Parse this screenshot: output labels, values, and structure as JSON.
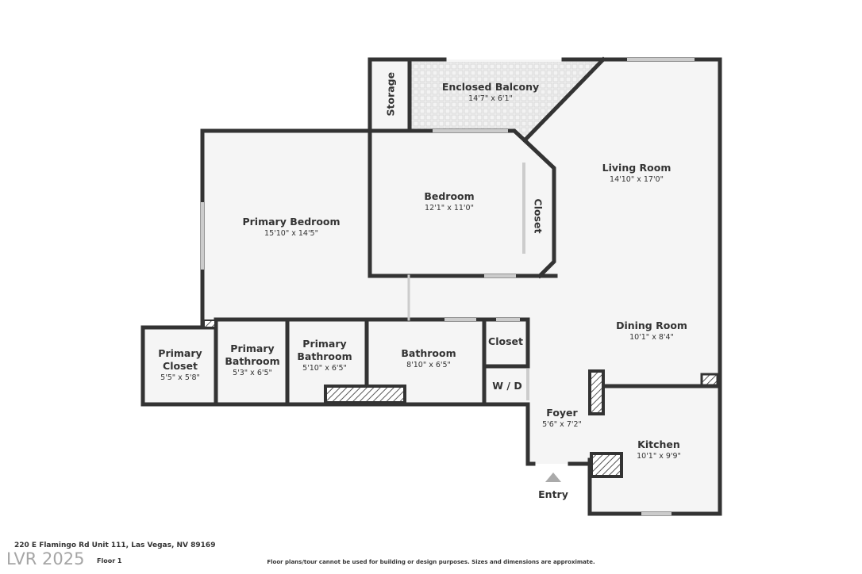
{
  "rooms": {
    "enclosed_balcony": {
      "name": "Enclosed Balcony",
      "dim": "14'7\" x 6'1\""
    },
    "storage": {
      "name": "Storage"
    },
    "living_room": {
      "name": "Living Room",
      "dim": "14'10\" x 17'0\""
    },
    "bedroom": {
      "name": "Bedroom",
      "dim": "12'1\" x 11'0\""
    },
    "bedroom_closet": {
      "name": "Closet"
    },
    "primary_bedroom": {
      "name": "Primary Bedroom",
      "dim": "15'10\" x 14'5\""
    },
    "dining_room": {
      "name": "Dining Room",
      "dim": "10'1\" x 8'4\""
    },
    "primary_closet": {
      "name": "Primary Closet",
      "dim": "5'5\" x 5'8\""
    },
    "primary_bathroom_1": {
      "name": "Primary Bathroom",
      "dim": "5'3\" x 6'5\""
    },
    "primary_bathroom_2": {
      "name": "Primary Bathroom",
      "dim": "5'10\" x 6'5\""
    },
    "bathroom": {
      "name": "Bathroom",
      "dim": "8'10\" x 6'5\""
    },
    "hall_closet": {
      "name": "Closet"
    },
    "wd": {
      "name": "W / D"
    },
    "foyer": {
      "name": "Foyer",
      "dim": "5'6\" x 7'2\""
    },
    "kitchen": {
      "name": "Kitchen",
      "dim": "10'1\" x 9'9\""
    },
    "entry": {
      "name": "Entry"
    }
  },
  "footer": {
    "address": "220 E Flamingo Rd Unit 111, Las Vegas, NV 89169",
    "floor": "Floor 1",
    "watermark": "LVR 2025",
    "disclaimer": "Floor plans/tour cannot be used for building or design purposes. Sizes and dimensions are approximate."
  },
  "colors": {
    "wall": "#333333",
    "floor": "#f5f5f5",
    "window": "#cccccc"
  }
}
